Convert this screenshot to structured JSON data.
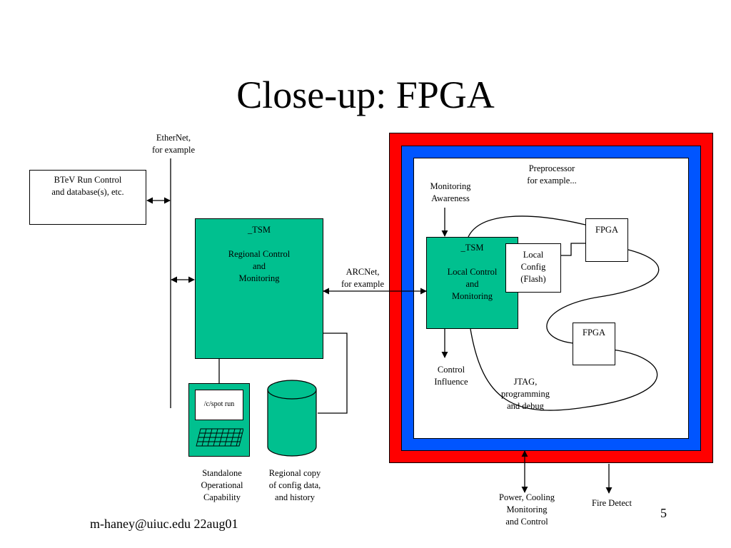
{
  "slide": {
    "title": "Close-up: FPGA",
    "footer_left": "m-haney@uiuc.edu 22aug01",
    "page_number": "5"
  },
  "labels": {
    "ethernet": "EtherNet,\nfor example",
    "btev_box": "BTeV Run Control\nand database(s), etc.",
    "tsm_regional": "_TSM\n\nRegional Control\nand\nMonitoring",
    "arcnet": "ARCNet,\nfor example",
    "terminal_screen": "/c/spot run",
    "standalone": "Standalone\nOperational\nCapability",
    "regional_copy": "Regional copy\nof config data,\nand history",
    "preprocessor": "Preprocessor\nfor example...",
    "monitoring_awareness": "Monitoring\nAwareness",
    "tsm_local": "_TSM\n\nLocal Control\nand\nMonitoring",
    "local_config": "Local\nConfig\n(Flash)",
    "fpga_top": "FPGA",
    "fpga_bottom": "FPGA",
    "control_influence": "Control\nInfluence",
    "jtag": "JTAG,\nprogramming\nand debug",
    "power_cooling": "Power, Cooling\nMonitoring\nand Control",
    "fire_detect": "Fire Detect"
  },
  "colors": {
    "outer_frame": "#ff0000",
    "inner_frame": "#0055ff",
    "tsm_fill": "#00c08f"
  }
}
